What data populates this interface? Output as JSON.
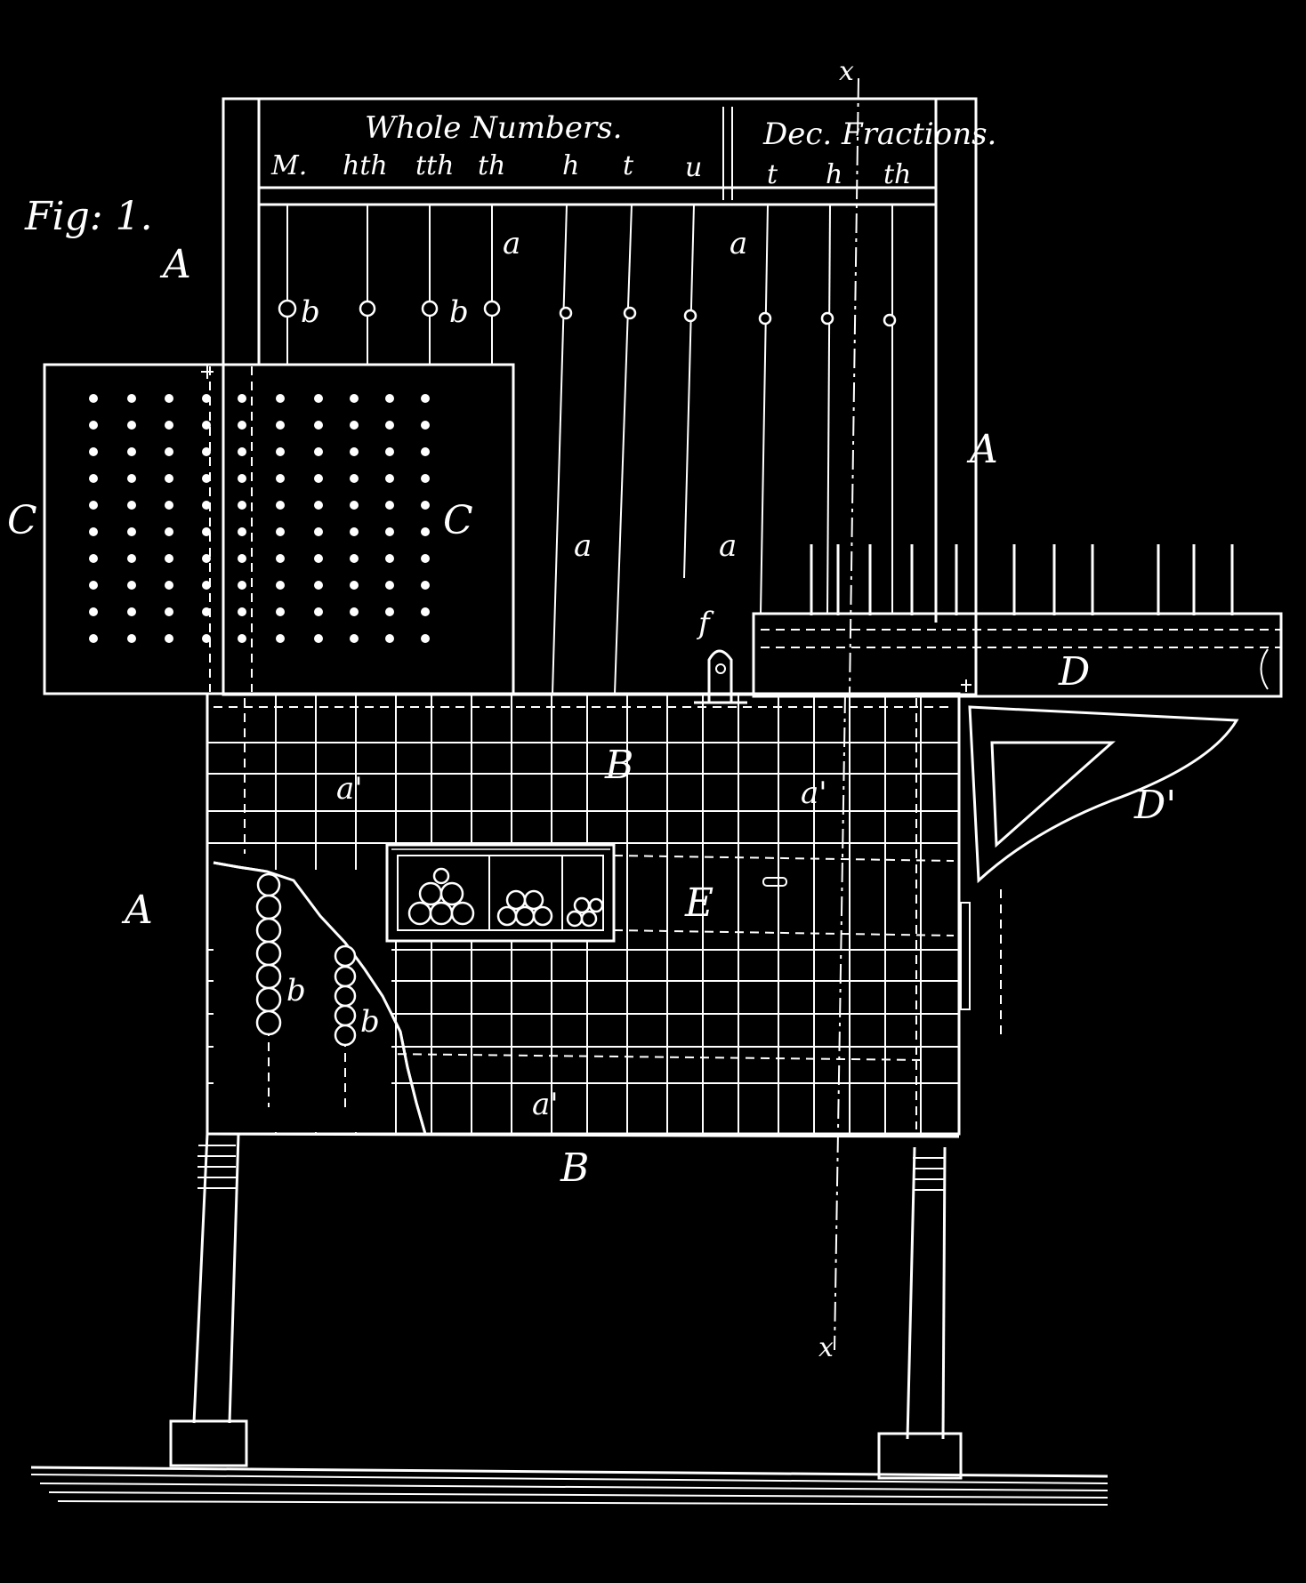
{
  "figure_label": "Fig: 1.",
  "header": {
    "whole_numbers": "Whole Numbers.",
    "decimal_fractions": "Dec. Fractions.",
    "whole_columns": [
      "M.",
      "hth",
      "tth",
      "th",
      "h",
      "t",
      "u"
    ],
    "decimal_columns": [
      "t",
      "h",
      "th"
    ]
  },
  "labels": {
    "A": "A",
    "B": "B",
    "C": "C",
    "D": "D",
    "D_prime": "D'",
    "E": "E",
    "a": "a",
    "a_prime": "a'",
    "b": "b",
    "f": "f",
    "x": "x"
  }
}
